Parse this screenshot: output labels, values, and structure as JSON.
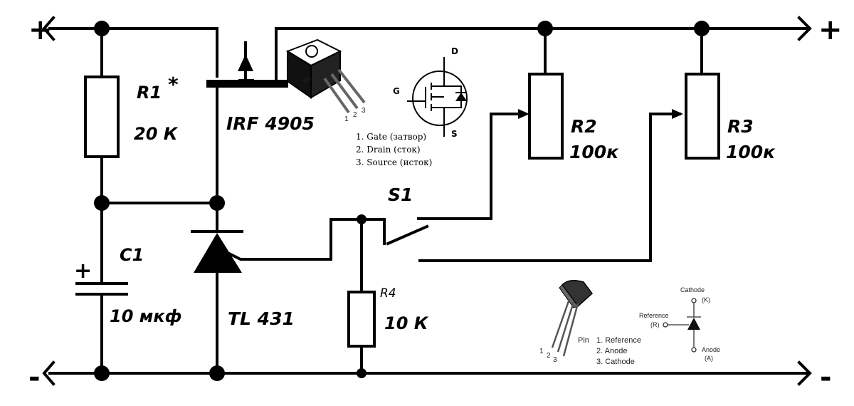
{
  "terminals": {
    "plus_left": "+",
    "plus_right": "+",
    "minus_left": "-",
    "minus_right": "-"
  },
  "components": {
    "r1": {
      "name": "R1",
      "mark": "*",
      "value": "20 К"
    },
    "c1": {
      "name": "C1",
      "polarity": "+",
      "value": "10 мкф"
    },
    "q1": {
      "name": "IRF 4905",
      "package_marking": "IRF4905"
    },
    "u1": {
      "name": "TL 431"
    },
    "s1": {
      "name": "S1"
    },
    "r2": {
      "name": "R2",
      "value": "100к"
    },
    "r3": {
      "name": "R3",
      "value": "100к"
    },
    "r4": {
      "name": "R4",
      "value": "10 К"
    }
  },
  "mosfet_pinout": {
    "pin_numbers": [
      "1",
      "2",
      "3"
    ],
    "pins": [
      "1. Gate (затвор)",
      "2. Drain (сток)",
      "3. Source (исток)"
    ],
    "terminal_letters": {
      "gate": "G",
      "drain": "D",
      "source": "S"
    }
  },
  "tl431_pinout": {
    "pin_numbers": [
      "1",
      "2",
      "3"
    ],
    "pin_header": "Pin",
    "pins": [
      "1.  Reference",
      "2.  Anode",
      "3.  Cathode"
    ],
    "symbol_labels": {
      "cathode": "Cathode",
      "cathode_letter": "(K)",
      "reference": "Reference",
      "reference_letter": "(R)",
      "anode": "Anode",
      "anode_letter": "(A)"
    }
  }
}
